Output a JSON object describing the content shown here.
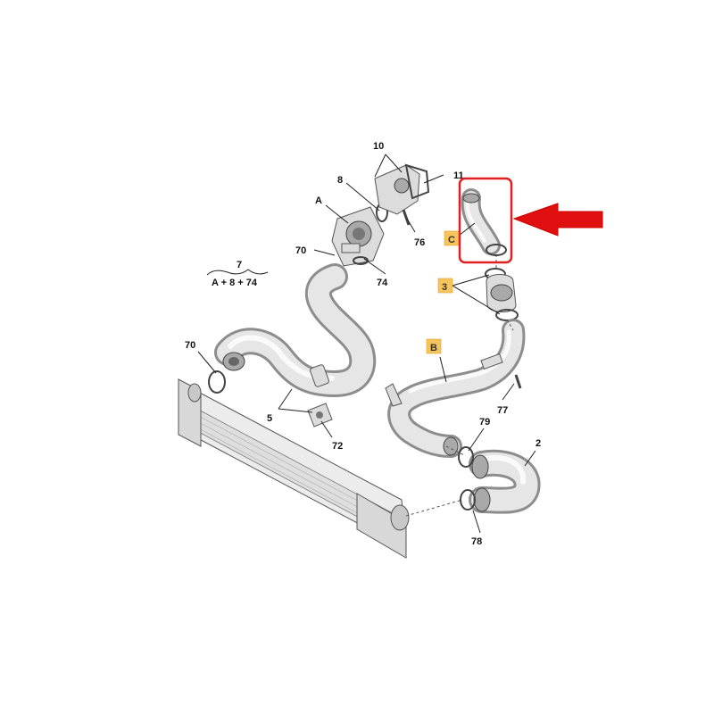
{
  "callouts": {
    "c10": "10",
    "c11": "11",
    "c8": "8",
    "cA": "A",
    "c76": "76",
    "c70_top": "70",
    "c74": "74",
    "c7": "7",
    "c7_formula": "A + 8 + 74",
    "c70_left": "70",
    "c5": "5",
    "c72": "72",
    "c77": "77",
    "c79": "79",
    "c2": "2",
    "c78": "78"
  },
  "tags": {
    "tagC": "C",
    "tag3": "3",
    "tagB": "B"
  },
  "colors": {
    "highlight_box": "#e02020",
    "arrow": "#e01010",
    "tag_fill": "#f6c45c"
  }
}
